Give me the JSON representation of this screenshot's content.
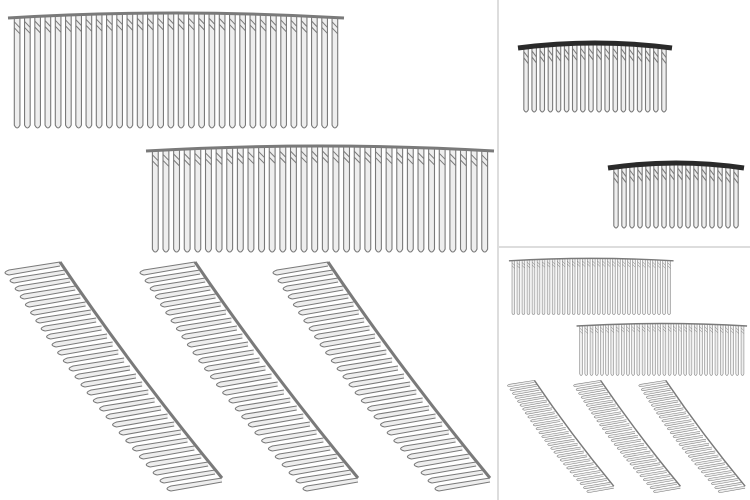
{
  "colors": {
    "background": "#ffffff",
    "metal_fill": "#eeeeee",
    "metal_stroke": "#7a7a7a",
    "dark_spine": "#2a2a2a",
    "divider": "#dddddd"
  },
  "panels": {
    "main": {
      "straight_combs": 2,
      "curved_combs": 3
    },
    "top_right": {
      "straight_combs": 2
    },
    "bottom_right": {
      "straight_combs": 2,
      "curved_combs": 3
    }
  }
}
